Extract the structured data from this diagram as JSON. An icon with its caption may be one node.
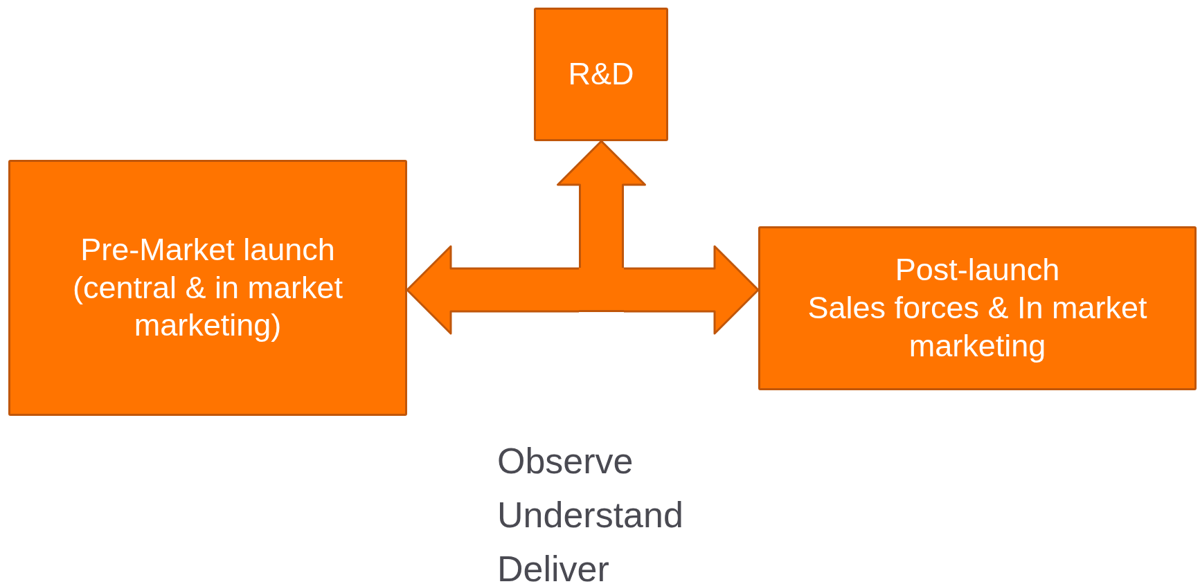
{
  "diagram": {
    "nodes": [
      {
        "text": [
          "R&D"
        ]
      },
      {
        "text": [
          "Pre-Market launch (central & in market marketing)"
        ]
      },
      {
        "text": [],
        "shape": "box"
      },
      {
        "text": [
          "Post-launch",
          "Sales forces & In market marketing"
        ]
      }
    ],
    "edges": [
      {
        "from": 2,
        "to": 0,
        "arrow": "to"
      },
      {
        "from": 2,
        "to": 1,
        "arrow": "to"
      },
      {
        "from": 2,
        "to": 3,
        "arrow": "to"
      }
    ],
    "labels": [
      "Observe",
      "Understand",
      "Deliver"
    ]
  }
}
